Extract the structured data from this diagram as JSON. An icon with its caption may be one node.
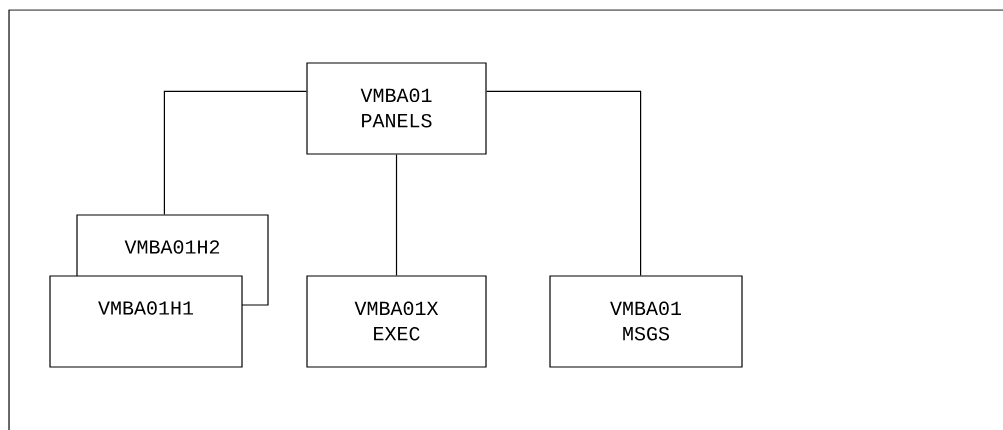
{
  "diagram": {
    "nodes": [
      {
        "text": [
          "VMBA01 PANELS"
        ]
      },
      {
        "text": [
          "VMBA01H2"
        ]
      },
      {
        "text": [
          "VMBA01H1"
        ]
      },
      {
        "text": [
          "VMBA01X EXEC"
        ]
      },
      {
        "text": [
          "VMBA01 MSGS"
        ]
      }
    ],
    "edges": [
      {
        "from": 0,
        "to": 1,
        "arrow": "none"
      },
      {
        "from": 0,
        "to": 3,
        "arrow": "none"
      },
      {
        "from": 0,
        "to": 4,
        "arrow": "none"
      }
    ]
  }
}
